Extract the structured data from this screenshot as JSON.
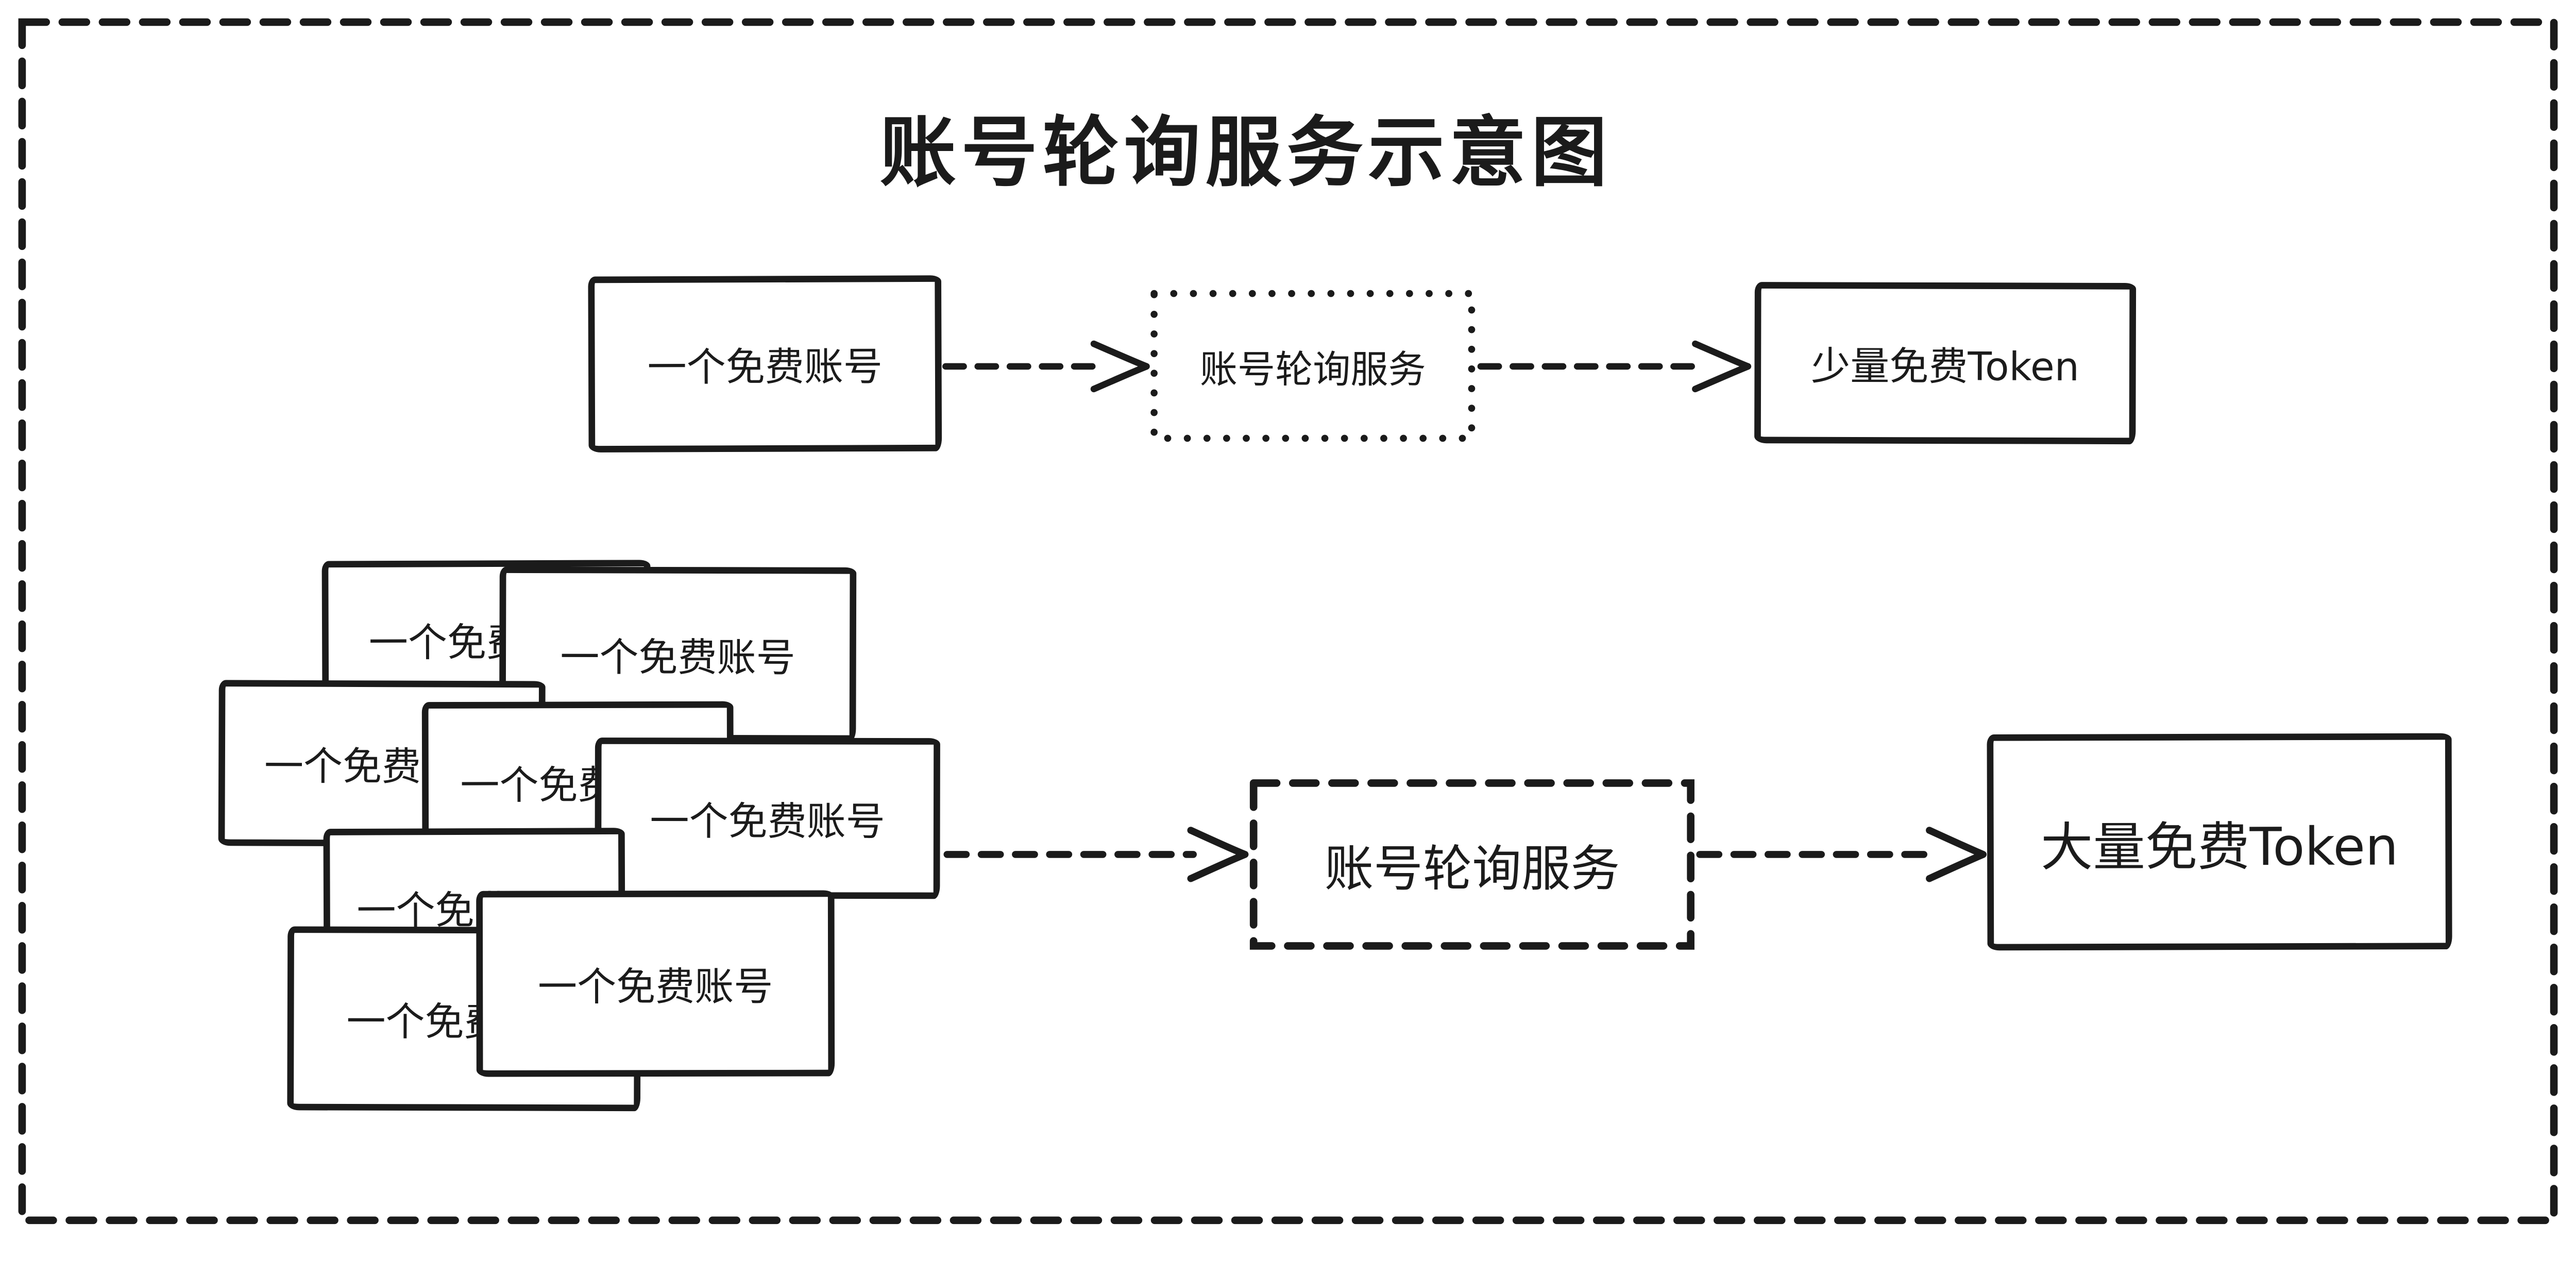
{
  "title": "账号轮询服务示意图",
  "colors": {
    "ink": "#1b1b1b",
    "background": "#ffffff"
  },
  "top_flow": {
    "source_box": {
      "label": "一个免费账号",
      "border": "solid"
    },
    "service_box": {
      "label": "账号轮询服务",
      "border": "dotted"
    },
    "result_box": {
      "label": "少量免费Token",
      "border": "solid"
    }
  },
  "bottom_flow": {
    "account_label": "一个免费账号",
    "account_box_count": 8,
    "service_box": {
      "label": "账号轮询服务",
      "border": "dashed"
    },
    "result_box": {
      "label": "大量免费Token",
      "border": "solid"
    }
  },
  "arrows": {
    "style": "dashed",
    "count": 4,
    "direction": "left-to-right"
  }
}
